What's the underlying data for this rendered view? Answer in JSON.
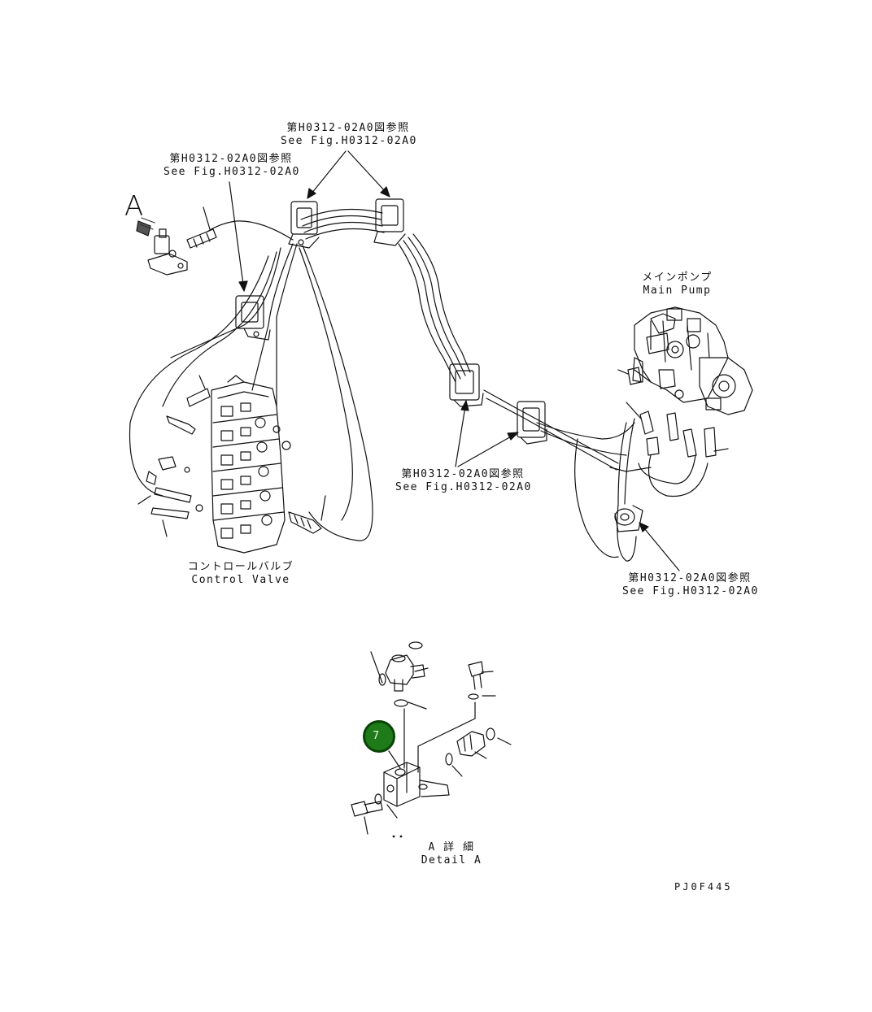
{
  "detail_marker": "A",
  "refs": {
    "top_jp": "第H0312-02A0図参照",
    "top_en": "See Fig.H0312-02A0",
    "left_jp": "第H0312-02A0図参照",
    "left_en": "See Fig.H0312-02A0",
    "mid_jp": "第H0312-02A0図参照",
    "mid_en": "See Fig.H0312-02A0",
    "br_jp": "第H0312-02A0図参照",
    "br_en": "See Fig.H0312-02A0"
  },
  "components": {
    "pump_jp": "メインポンプ",
    "pump_en": "Main Pump",
    "valve_jp": "コントロールバルブ",
    "valve_en": "Control Valve"
  },
  "detail": {
    "title_jp": "A 詳 細",
    "title_en": "Detail A"
  },
  "callout": {
    "number": "7",
    "color": "#1f7a1a"
  },
  "drawing_code": "PJ0F445"
}
